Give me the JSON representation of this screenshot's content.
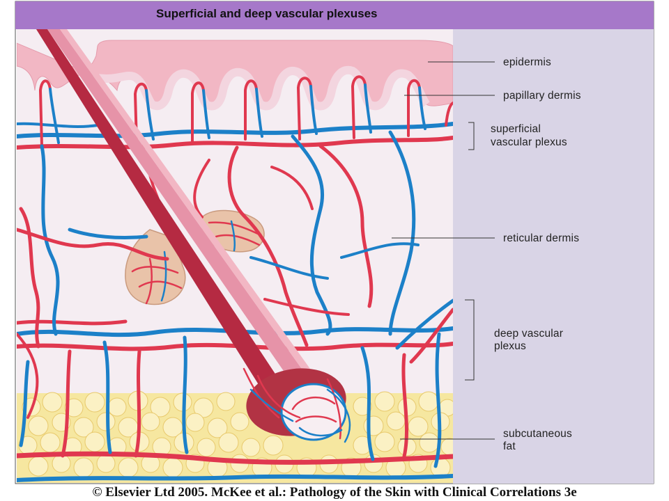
{
  "title": "Superficial and deep vascular plexuses",
  "labels": {
    "epidermis": "epidermis",
    "papillary_dermis": "papillary dermis",
    "superficial_plexus_line1": "superficial",
    "superficial_plexus_line2": "vascular plexus",
    "reticular_dermis": "reticular dermis",
    "deep_plexus_line1": "deep vascular",
    "deep_plexus_line2": "plexus",
    "subcutaneous_line1": "subcutaneous",
    "subcutaneous_line2": "fat"
  },
  "footer": "© Elsevier Ltd 2005. McKee et al.: Pathology of the Skin with Clinical Correlations 3e",
  "colors": {
    "title_bar": "#a678c9",
    "label_panel": "#d9d4e6",
    "epidermis": "#f2b7c4",
    "dermis": "#f5edf2",
    "artery": "#e0384f",
    "vein": "#1c80c8",
    "fat": "#f6e7a0",
    "hair": "#c8324a"
  }
}
